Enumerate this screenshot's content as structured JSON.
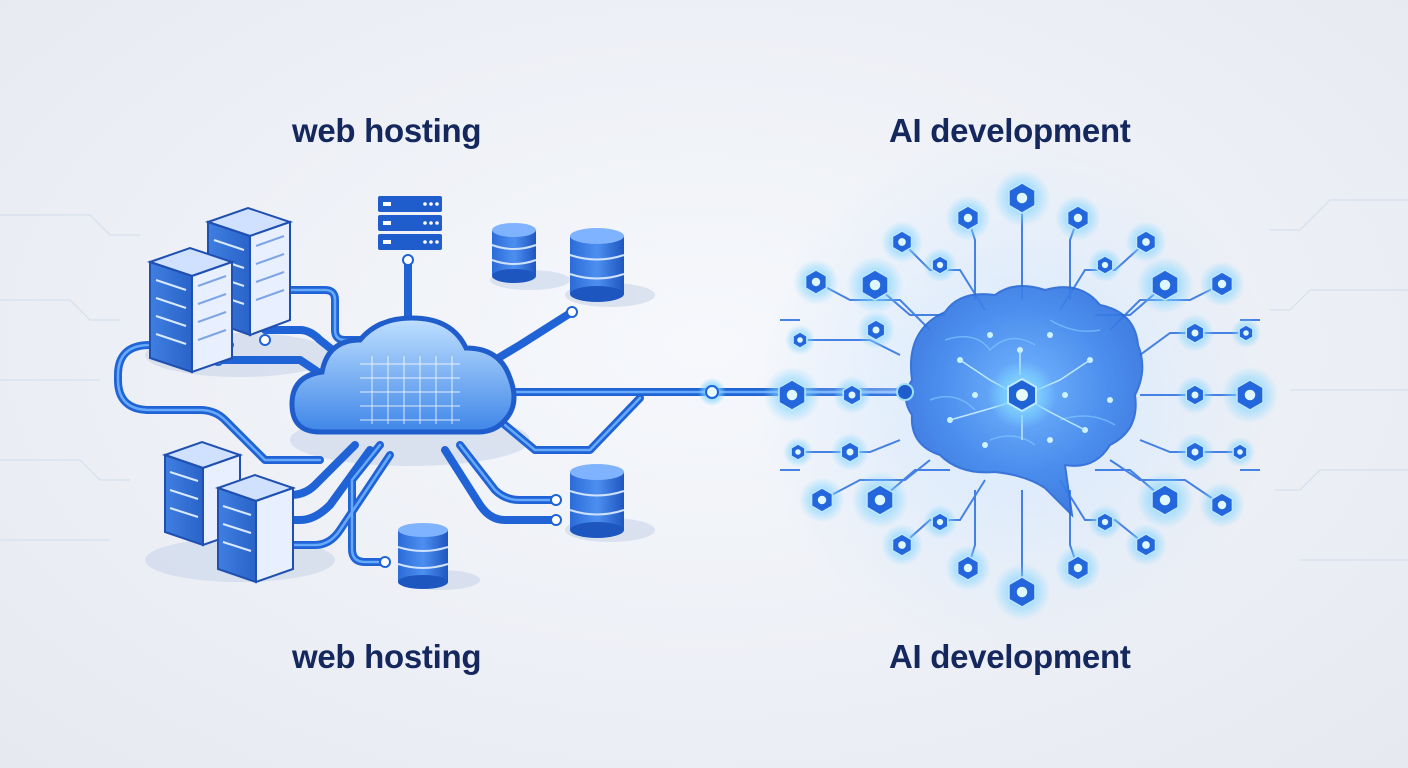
{
  "labels": {
    "web_hosting_top": "web hosting",
    "ai_development_top": "AI development",
    "web_hosting_bottom": "web hosting",
    "ai_development_bottom": "AI development"
  },
  "colors": {
    "title": "#14285e",
    "primary_blue": "#1f63d6",
    "light_blue": "#5aa0f5",
    "glow": "#9fe0ff",
    "background": "#eceff5"
  },
  "icons": {
    "left": [
      "server-rack-icon",
      "server-stack-icon",
      "database-icon",
      "cloud-icon"
    ],
    "right": [
      "brain-icon",
      "circuit-node-icon",
      "chip-core-icon"
    ]
  }
}
